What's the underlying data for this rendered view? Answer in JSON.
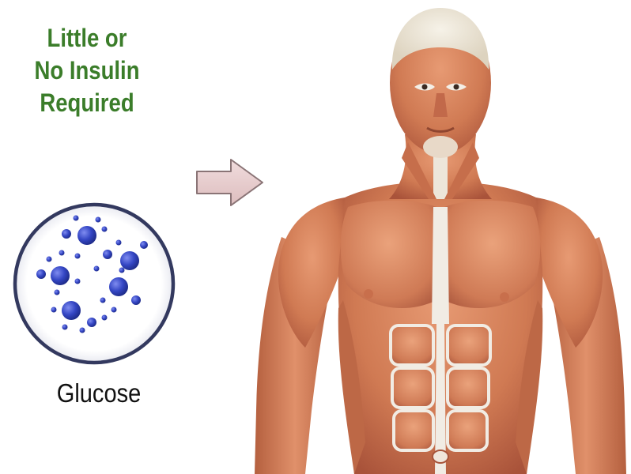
{
  "headline": {
    "lines": [
      "Little or",
      "No Insulin",
      "Required"
    ],
    "color": "#3b7d2a"
  },
  "arrow": {
    "icon": "right-arrow-icon",
    "fill": "#e8cfd0",
    "stroke": "#8a7476"
  },
  "glucose": {
    "label": "Glucose",
    "icon": "glucose-molecules-icon",
    "molecule_color": "#2f3fb8",
    "ring_color": "#33395f"
  },
  "figure": {
    "icon": "human-muscle-anatomy-illustration",
    "muscle_color": "#d4845f",
    "tendon_color": "#f3efe9"
  }
}
